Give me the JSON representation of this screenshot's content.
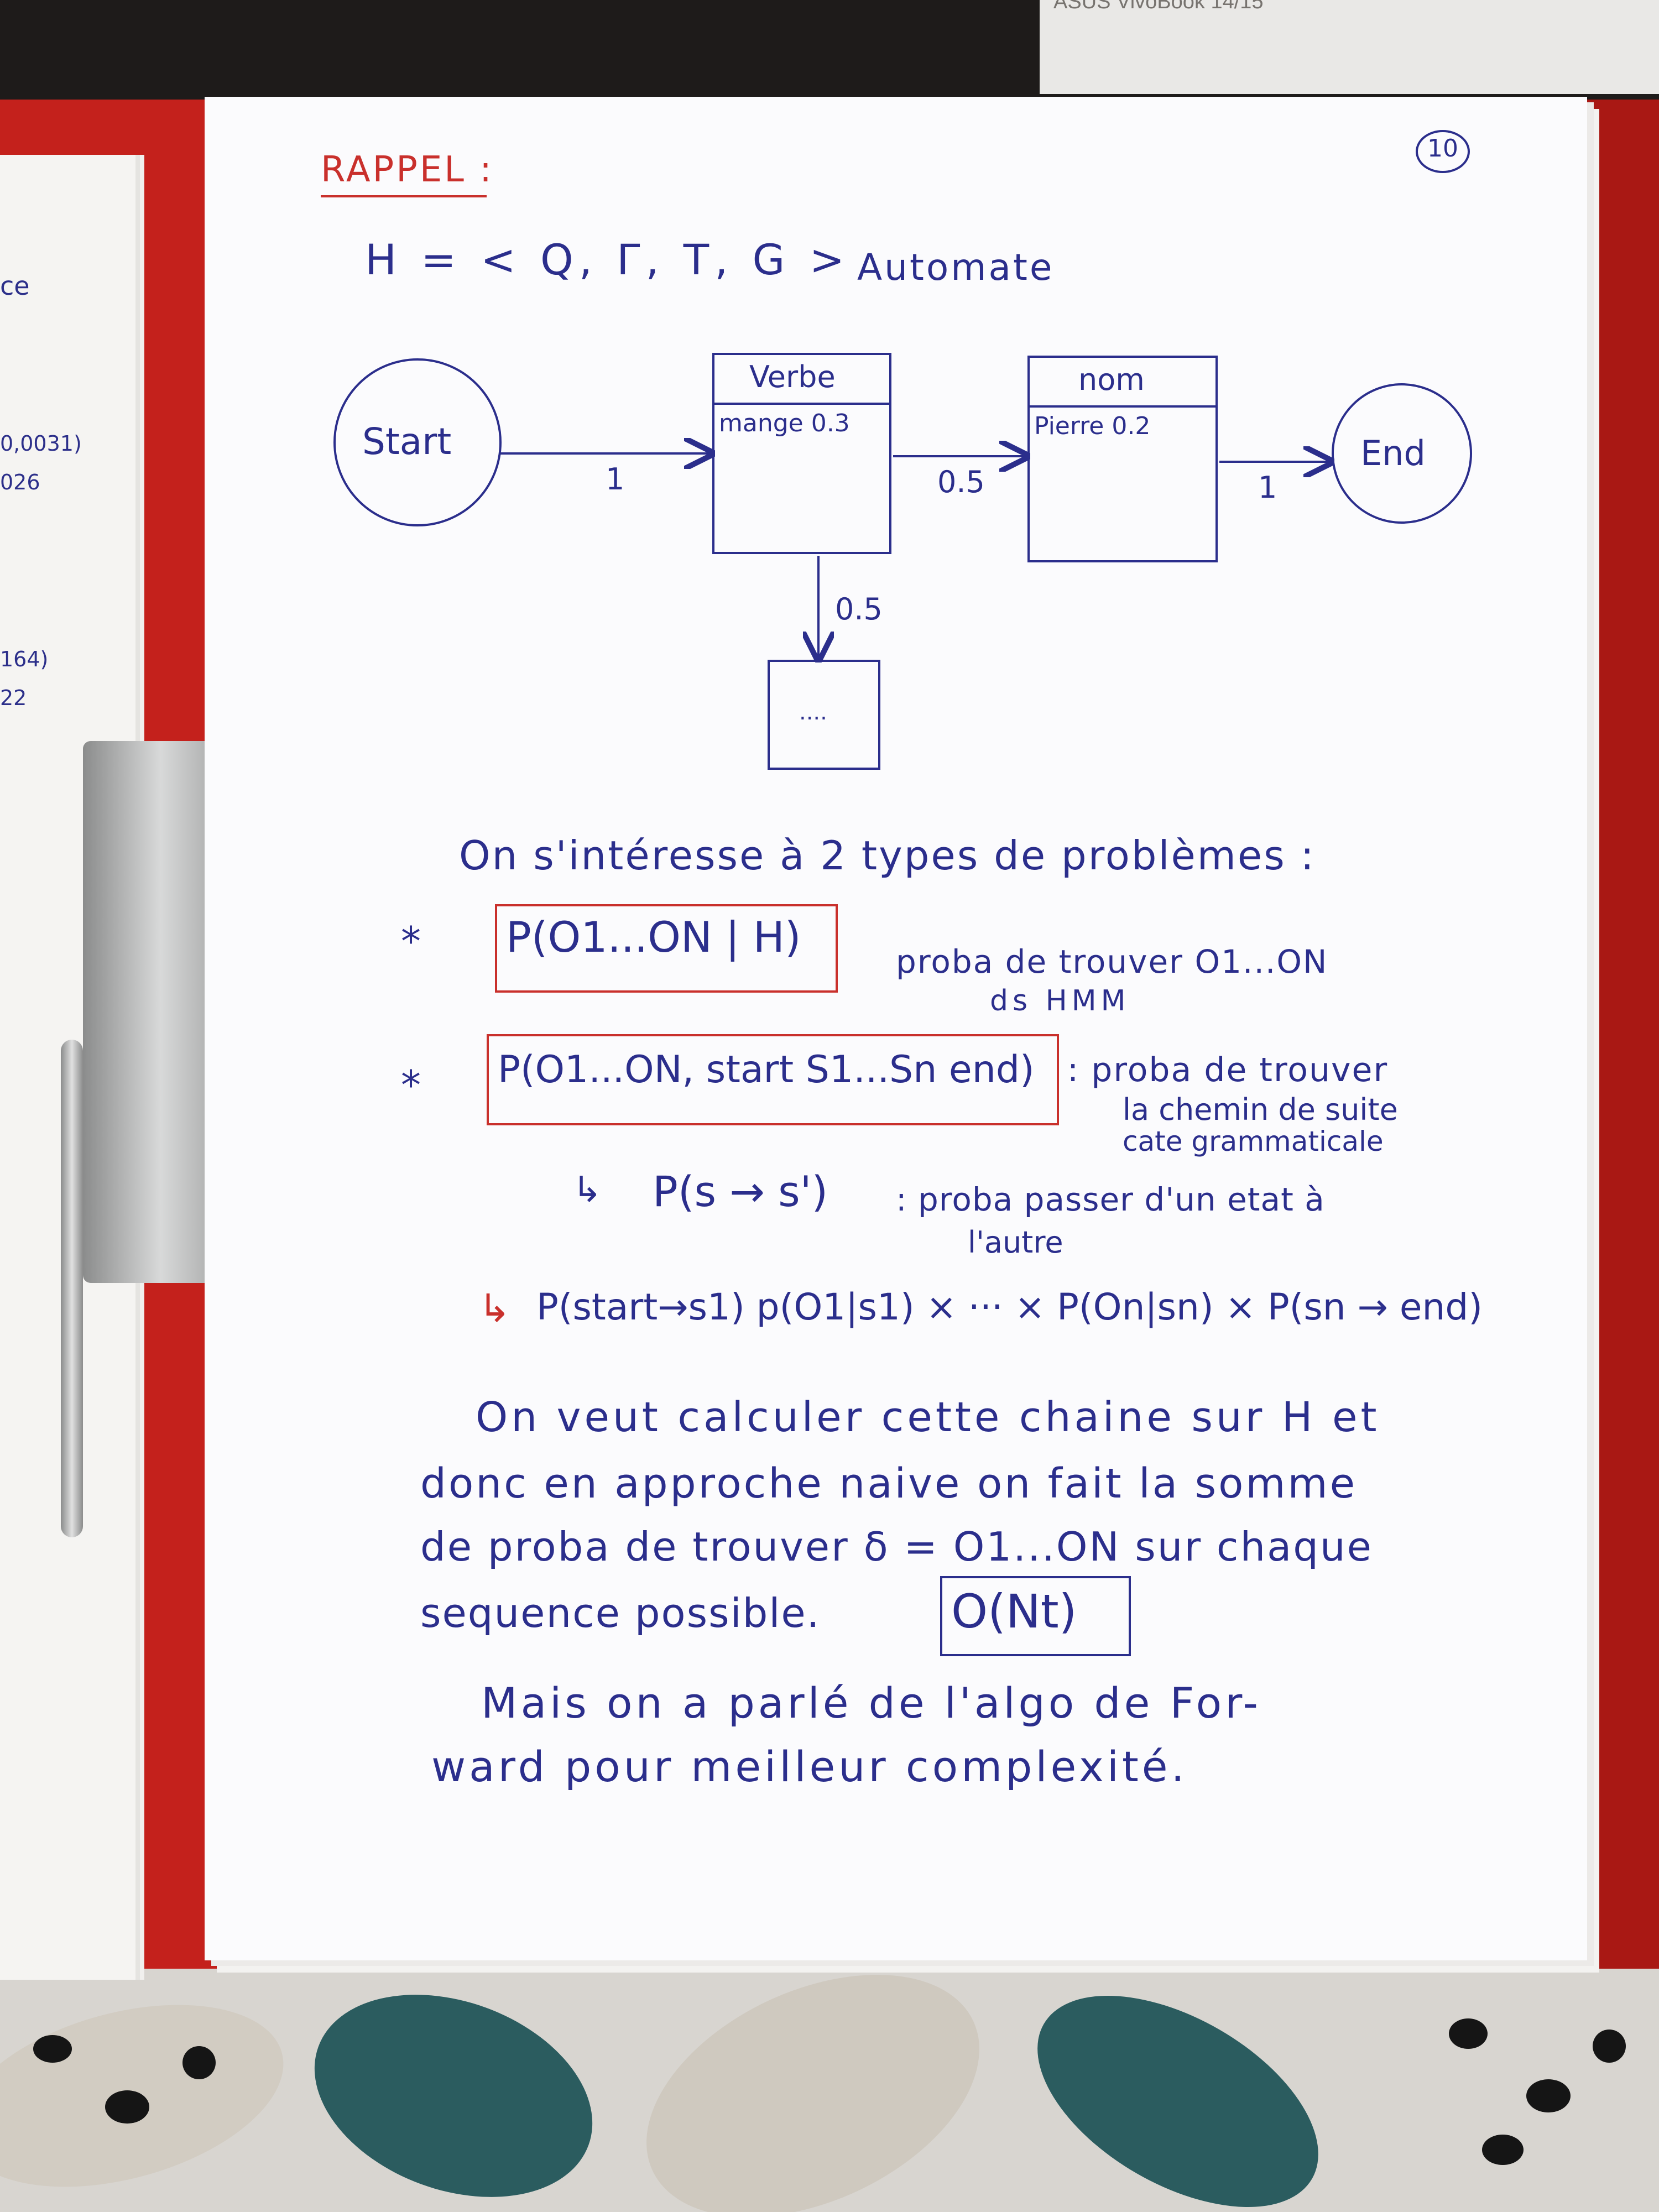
{
  "background": {
    "laptop_label": "ASUS VivoBook 14/15",
    "left_papers_text": [
      "ce",
      "0,0031)",
      "026",
      "164)",
      "22"
    ],
    "colors": {
      "binder": "#c4211c",
      "ink_blue": "#2b2e8c",
      "ink_red": "#c9302c",
      "paper": "#fbfbfd"
    }
  },
  "page": {
    "page_number": "10",
    "heading": "RAPPEL :",
    "definition": "H = < Q, Γ, T, G >",
    "definition_label": "Automate",
    "diagram": {
      "start": "Start",
      "end": "End",
      "state1": {
        "title": "Verbe",
        "emission": "mange 0.3"
      },
      "state2": {
        "title": "nom",
        "emission": "Pierre 0.2"
      },
      "state3": {
        "content": "...."
      },
      "edges": {
        "start_to_verbe": "1",
        "verbe_to_nom": "0.5",
        "nom_to_end": "1",
        "verbe_to_down": "0.5"
      }
    },
    "intro": "On s'intéresse à 2 types de problèmes :",
    "problem1": {
      "bullet": "*",
      "formula": "P(O1...ON | H)",
      "desc_line1": "proba de trouver O1...ON",
      "desc_line2": "ds HMM"
    },
    "problem2": {
      "bullet": "*",
      "formula": "P(O1...ON, start S1...Sn end)",
      "desc_line1": ": proba de trouver",
      "desc_line2": "la chemin de suite",
      "desc_line3": "cate grammaticale"
    },
    "transition": {
      "arrow": "↳",
      "formula": "P(s → s')",
      "desc_line1": ": proba passer d'un etat à",
      "desc_line2": "l'autre"
    },
    "product": {
      "arrow": "↳",
      "formula": "P(start→s1) p(O1|s1) × ··· × P(On|sn) × P(sn → end)"
    },
    "paragraph1": [
      "On veut calculer cette chaine sur H et",
      "donc en approche naive on fait la somme",
      "de proba de trouver δ = O1...ON sur chaque",
      "sequence possible."
    ],
    "complexity": "O(Nt)",
    "paragraph2": [
      "Mais on a parlé de l'algo de For-",
      "ward pour meilleur complexité."
    ]
  }
}
